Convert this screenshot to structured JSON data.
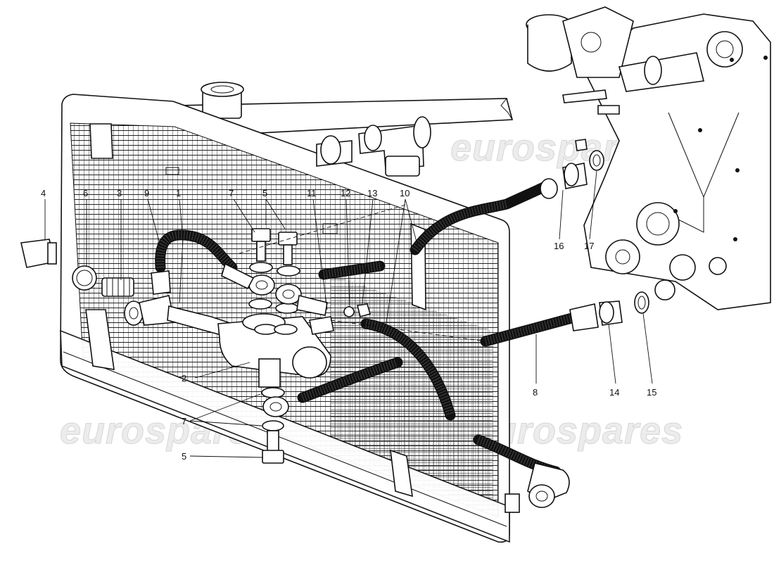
{
  "watermarks": [
    "eurospares",
    "eurospares",
    "eurospares",
    "eurospares"
  ],
  "callouts": {
    "c1": "1",
    "c2": "2",
    "c3": "3",
    "c4": "4",
    "c5_top": "5",
    "c5_bottom": "5",
    "c6": "6",
    "c7_top": "7",
    "c7_bottom": "7",
    "c8": "8",
    "c9": "9",
    "c10": "10",
    "c11": "11",
    "c12": "12",
    "c13": "13",
    "c14": "14",
    "c15": "15",
    "c16": "16",
    "c17": "17"
  }
}
